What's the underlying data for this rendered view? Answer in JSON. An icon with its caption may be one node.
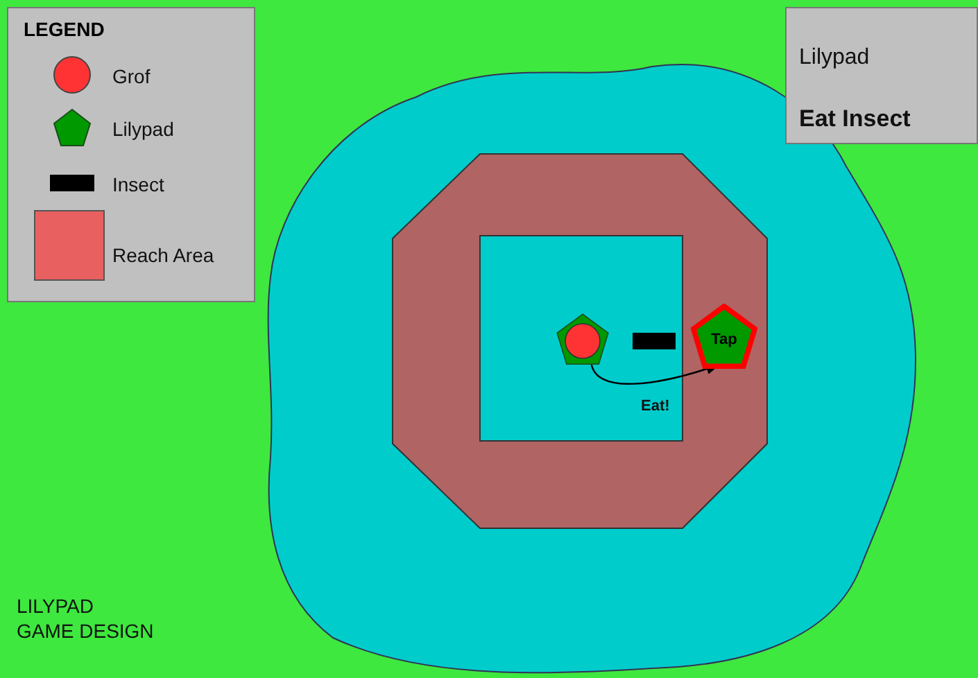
{
  "diagram": {
    "nodes": [
      {
        "text": [],
        "shape": "pentagon"
      },
      {
        "text": [],
        "shape": "circle",
        "in": 0
      },
      {
        "text": [
          "Tap"
        ]
      }
    ],
    "edges": [
      {
        "from": 1,
        "to": 2,
        "arrow": "to",
        "label": "Eat!"
      }
    ],
    "labels": [
      "LEGEND",
      "Lilypad",
      "Eat Insect",
      "LILYPAD",
      "GAME DESIGN"
    ],
    "legend": [
      {
        "text": "Grof",
        "color": "#ff3333"
      },
      {
        "text": "Lilypad",
        "color": "#009900"
      },
      {
        "text": "Insect",
        "color": "#000000"
      },
      {
        "text": "Reach Area",
        "color": "#e86060"
      }
    ]
  }
}
